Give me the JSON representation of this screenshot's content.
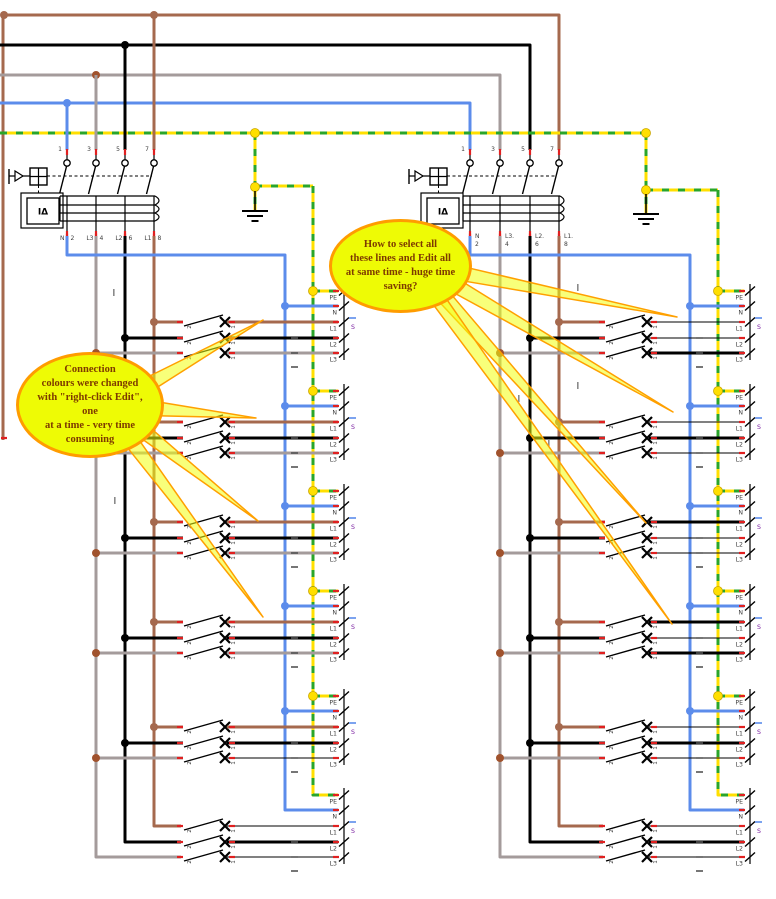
{
  "colors": {
    "l1_brown": "#a5694e",
    "l2_black": "#000000",
    "l3_gray": "#a49b9b",
    "n_blue": "#5c8ceb",
    "pe_yellow": "#ffdf00",
    "pe_green": "#2aa52a",
    "default_wire": "#000000",
    "junction_on_gray": "#a0522d",
    "terminal_tick_red": "#e02020",
    "label_gray": "#3c3c3c",
    "s_purple": "#7a1fa0",
    "bubble_fill": "#eefb05",
    "bubble_border": "#ff9c00",
    "bubble_text": "#7d3a00",
    "beam_fill": "#f2ff0d",
    "beam_stroke": "#ffa000"
  },
  "callouts": {
    "left": {
      "text": "Connection\ncolours were changed\nwith \"right-click Edit\", one\nat a time - very time\nconsuming"
    },
    "right": {
      "text": "How to select all\nthese lines and Edit all\nat same time - huge time\nsaving?"
    }
  },
  "rcd": {
    "top_pins": [
      "1",
      "3",
      "5",
      "7"
    ],
    "left_bottom_labels": [
      [
        "N",
        "2"
      ],
      [
        "L3",
        "4"
      ],
      [
        "L2",
        "6"
      ],
      [
        "L1",
        "8"
      ]
    ],
    "right_bottom_labels": [
      [
        "N",
        "2"
      ],
      [
        "L3.",
        "4"
      ],
      [
        "L2.",
        "6"
      ],
      [
        "L1.",
        "8"
      ]
    ],
    "device_label": "IΔ"
  },
  "branch": {
    "terminal_labels": [
      "PE",
      "N",
      "L1",
      "L2",
      "L3"
    ],
    "pole_numbers": [
      "2",
      "1"
    ],
    "s_label": "S"
  },
  "columns": {
    "left": {
      "branches": [
        {
          "l1": "l1",
          "l2": "l2",
          "l3": "l3"
        },
        {
          "l1": "l1",
          "l2": "l2",
          "l3": "l3"
        },
        {
          "l1": "l1",
          "l2": "l2",
          "l3": "l3"
        },
        {
          "l1": "l1",
          "l2": "l2",
          "l3": "l3"
        },
        {
          "l1": "l1",
          "l2": "l2",
          "l3": "default"
        },
        {
          "l1": "default",
          "l2": "l2",
          "l3": "default"
        }
      ]
    },
    "right": {
      "branches": [
        {
          "l1": "default",
          "l2": "default",
          "l3": "black"
        },
        {
          "l1": "default",
          "l2": "black",
          "l3": "default"
        },
        {
          "l1": "black",
          "l2": "default",
          "l3": "default"
        },
        {
          "l1": "black",
          "l2": "default",
          "l3": "black"
        },
        {
          "l1": "default",
          "l2": "black",
          "l3": "default"
        },
        {
          "l1": "default",
          "l2": "black",
          "l3": "default"
        }
      ]
    }
  }
}
